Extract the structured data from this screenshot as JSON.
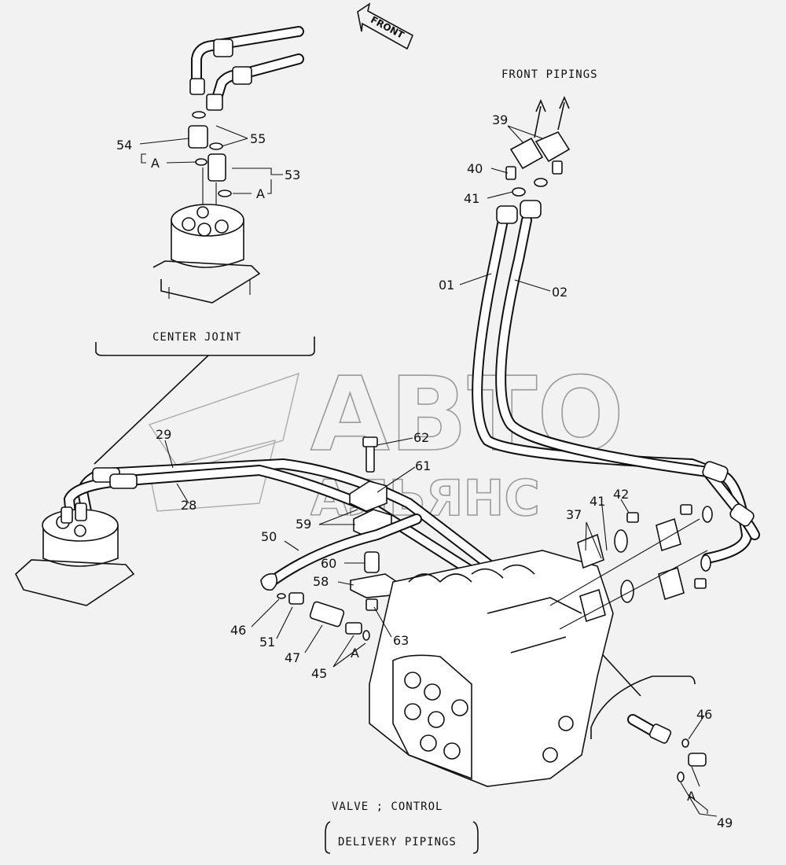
{
  "front_arrow": "FRONT",
  "captions": {
    "front_pipings": "FRONT PIPINGS",
    "center_joint": "CENTER JOINT",
    "valve_control": "VALVE ; CONTROL",
    "delivery_pipings": "DELIVERY PIPINGS"
  },
  "watermark": {
    "line1": "АВТО",
    "line2": "АЛЬЯНС"
  },
  "callouts": {
    "p54": "54",
    "p55": "55",
    "pA1": "A",
    "p53": "53",
    "pA2": "A",
    "p39": "39",
    "p40": "40",
    "p41a": "41",
    "p01": "01",
    "p02": "02",
    "p29": "29",
    "p28": "28",
    "p62": "62",
    "p61": "61",
    "p59": "59",
    "p50": "50",
    "p60": "60",
    "p58": "58",
    "p37": "37",
    "p41b": "41",
    "p42": "42",
    "p46a": "46",
    "p51": "51",
    "p47": "47",
    "p45": "45",
    "pA3": "A",
    "p63": "63",
    "p46b": "46",
    "pA4": "A",
    "p49": "49"
  }
}
